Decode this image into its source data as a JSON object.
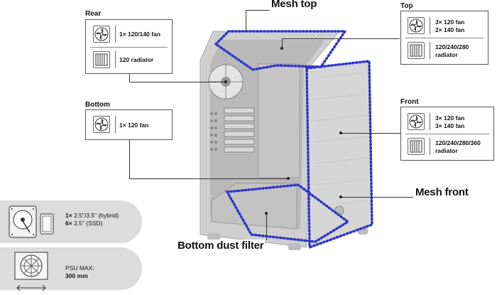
{
  "labels": {
    "mesh_top": "Mesh top",
    "mesh_front": "Mesh front",
    "bottom_dust_filter": "Bottom dust filter"
  },
  "rear": {
    "title": "Rear",
    "fan": "1× 120/140 fan",
    "radiator": "120 radiator"
  },
  "top": {
    "title": "Top",
    "fan_line1": "3× 120 fan",
    "fan_line2": "2× 140 fan",
    "radiator_line1": "120/240/280",
    "radiator_line2": "radiator"
  },
  "bottom": {
    "title": "Bottom",
    "fan": "1× 120 fan"
  },
  "front": {
    "title": "Front",
    "fan_line1": "3× 120 fan",
    "fan_line2": "3× 140 fan",
    "radiator_line1": "120/240/280/360",
    "radiator_line2": "radiator"
  },
  "drives": {
    "line1_count": "1×",
    "line1_text": " 2.5\"/3.5\" (hybrid)",
    "line2_count": "6×",
    "line2_text": " 2.5\" (SSD)"
  },
  "psu": {
    "label": "PSU MAX:",
    "value": "300 mm"
  },
  "icons": [
    "fan-icon",
    "radiator-icon",
    "hdd-icon",
    "ssd-icon",
    "psu-icon",
    "width-arrow-icon"
  ],
  "colors": {
    "dotted_outline": "#2f35c8",
    "case_body": "#d4d4d4",
    "pill_bg": "#dcdcdc"
  }
}
